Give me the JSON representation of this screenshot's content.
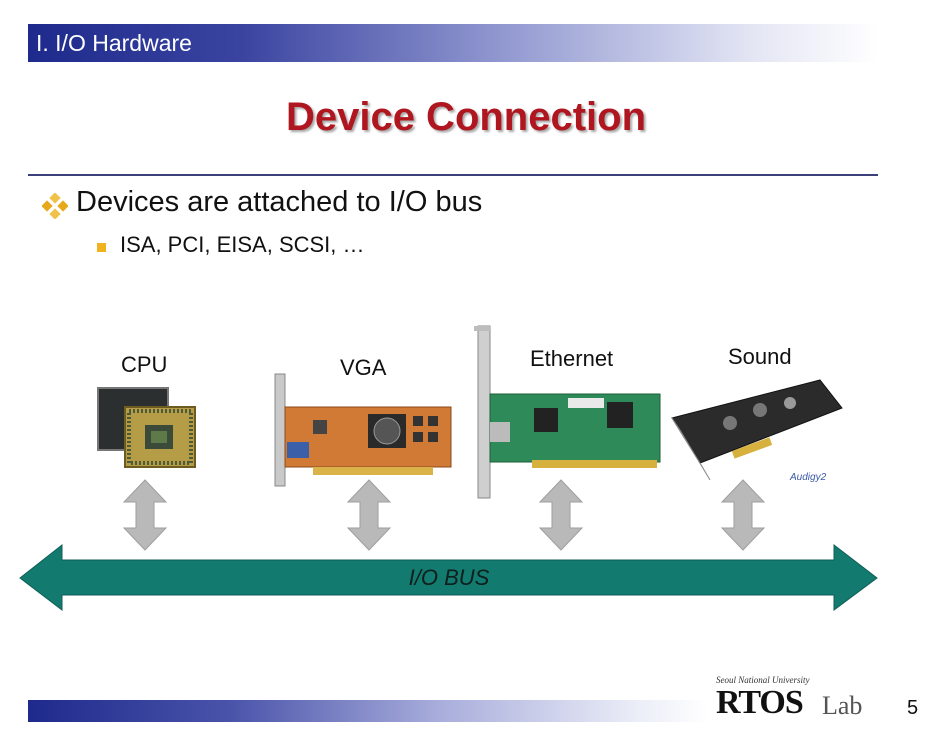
{
  "section": {
    "title": "I. I/O Hardware"
  },
  "slide": {
    "title": "Device Connection"
  },
  "bullets": {
    "main": "Devices are attached to I/O bus",
    "sub": "ISA, PCI, EISA, SCSI, …"
  },
  "devices": [
    {
      "label": "CPU"
    },
    {
      "label": "VGA"
    },
    {
      "label": "Ethernet"
    },
    {
      "label": "Sound"
    }
  ],
  "bus": {
    "label": "I/O BUS"
  },
  "logo": {
    "subtitle": "Seoul National University",
    "main": "RTOS",
    "lab": "Lab"
  },
  "page": {
    "number": "5"
  },
  "colors": {
    "title": "#b0161f",
    "bus": "#127a6e",
    "arrow": "#b9b9b9",
    "bar": "#1e2a8c",
    "bullet": "#f0b21e"
  }
}
